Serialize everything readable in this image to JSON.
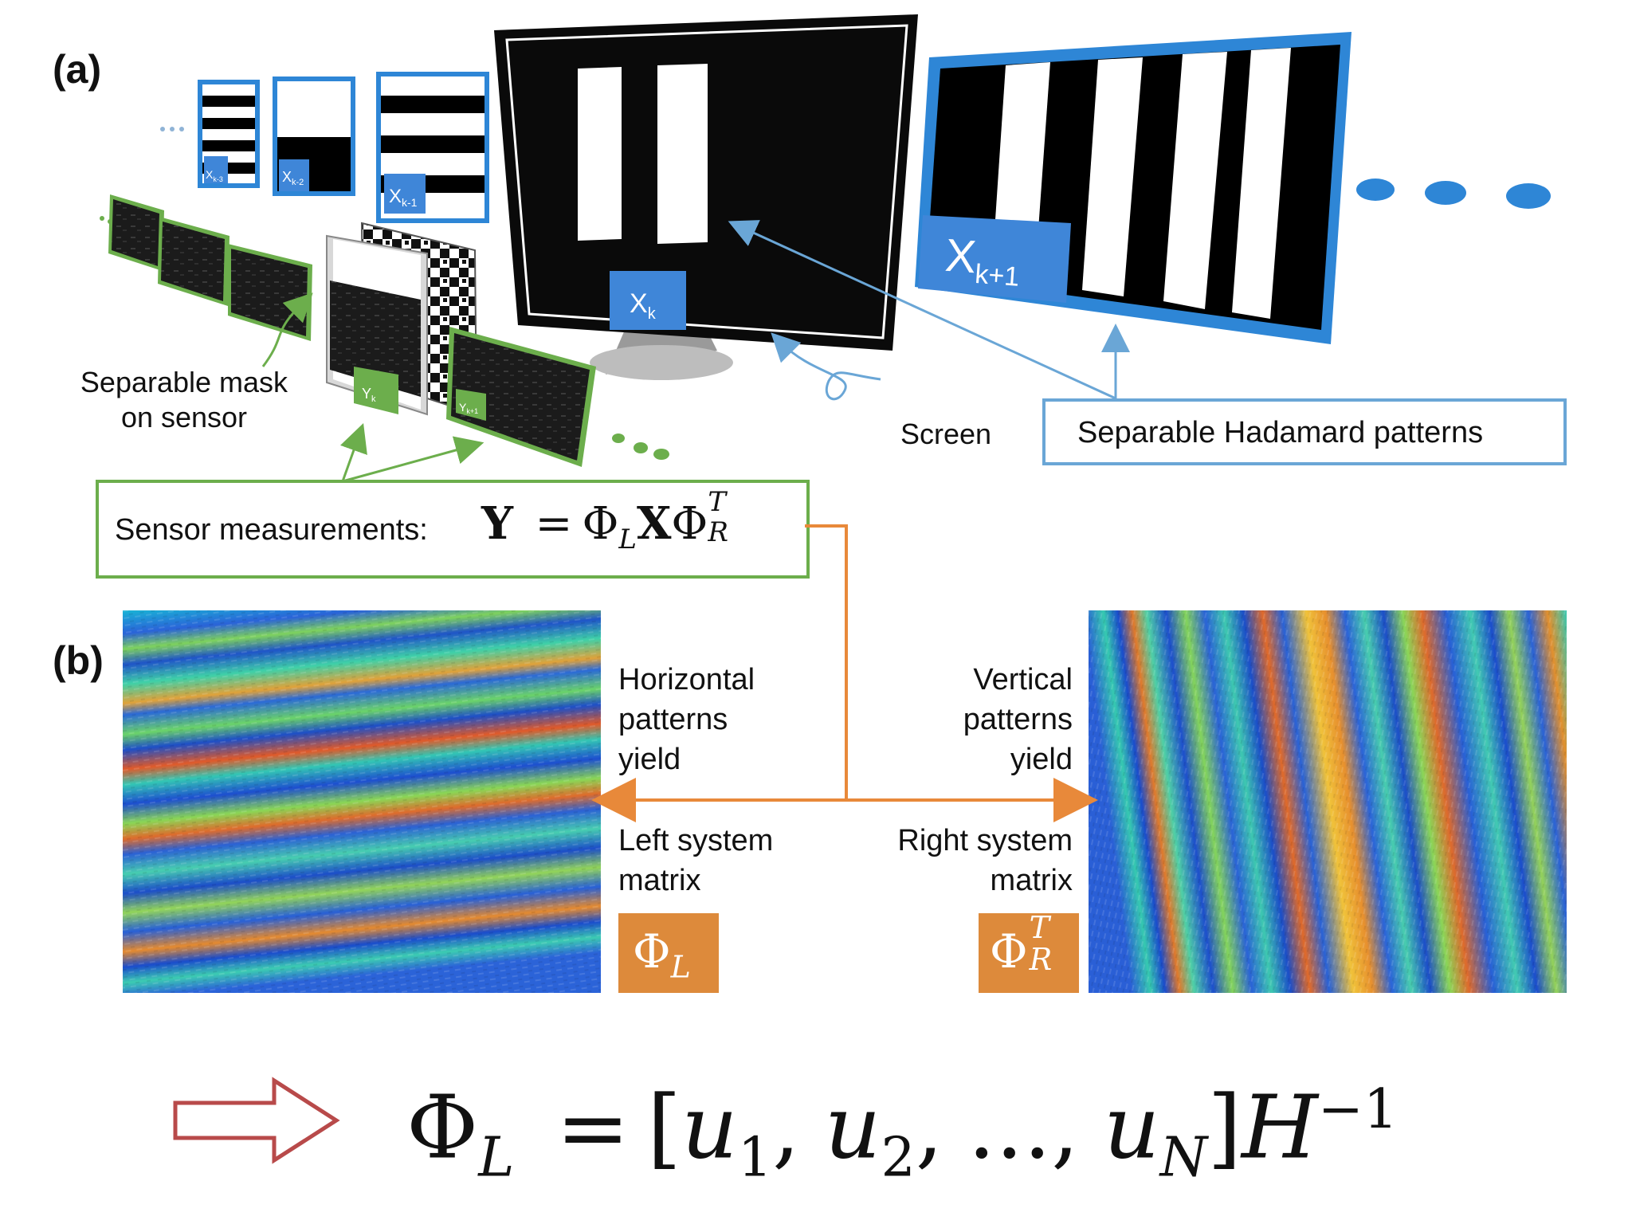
{
  "panel_a": {
    "label": "(a)",
    "pattern_frames": [
      "X_{k-3}",
      "X_{k-2}",
      "X_{k-1}"
    ],
    "monitor_pattern": "X_k",
    "big_pattern": {
      "base": "X",
      "sub": "k+1"
    },
    "mask_label": [
      "Separable mask",
      "on sensor"
    ],
    "screen_label": "Screen",
    "hadamard_label": "Separable Hadamard patterns",
    "sensor_frames": [
      "Y_k",
      "Y_{k+1}"
    ],
    "sensor_text": "Sensor measurements:",
    "sensor_eq": {
      "lhs": "Y",
      "eq": "=",
      "phi": "Φ",
      "sub_L": "L",
      "X": "X",
      "sub_R": "R",
      "sup_T": "T"
    }
  },
  "panel_b": {
    "label": "(b)",
    "horizontal_text": [
      "Horizontal",
      "patterns",
      "yield"
    ],
    "vertical_text": [
      "Vertical",
      "patterns",
      "yield"
    ],
    "left_text": [
      "Left system",
      "matrix"
    ],
    "right_text": [
      "Right system",
      "matrix"
    ],
    "phi_left": {
      "phi": "Φ",
      "sub": "L"
    },
    "phi_right": {
      "phi": "Φ",
      "sub": "R",
      "sup": "T"
    }
  },
  "bottom_eq": {
    "phi": "Φ",
    "sub_L": "L",
    "eq": "=",
    "bracket_open": "[",
    "u": "u",
    "s1": "1",
    "s2": "2",
    "sN": "N",
    "comma": ",",
    "dots": "...",
    "bracket_close": "]",
    "H": "H",
    "sup": "−1"
  },
  "colors": {
    "blue_frame": "#2e86d6",
    "label_blue": "#3f86d8",
    "green": "#6cae4c",
    "orange": "#e8893a",
    "arrow_red": "#b84a4a"
  }
}
